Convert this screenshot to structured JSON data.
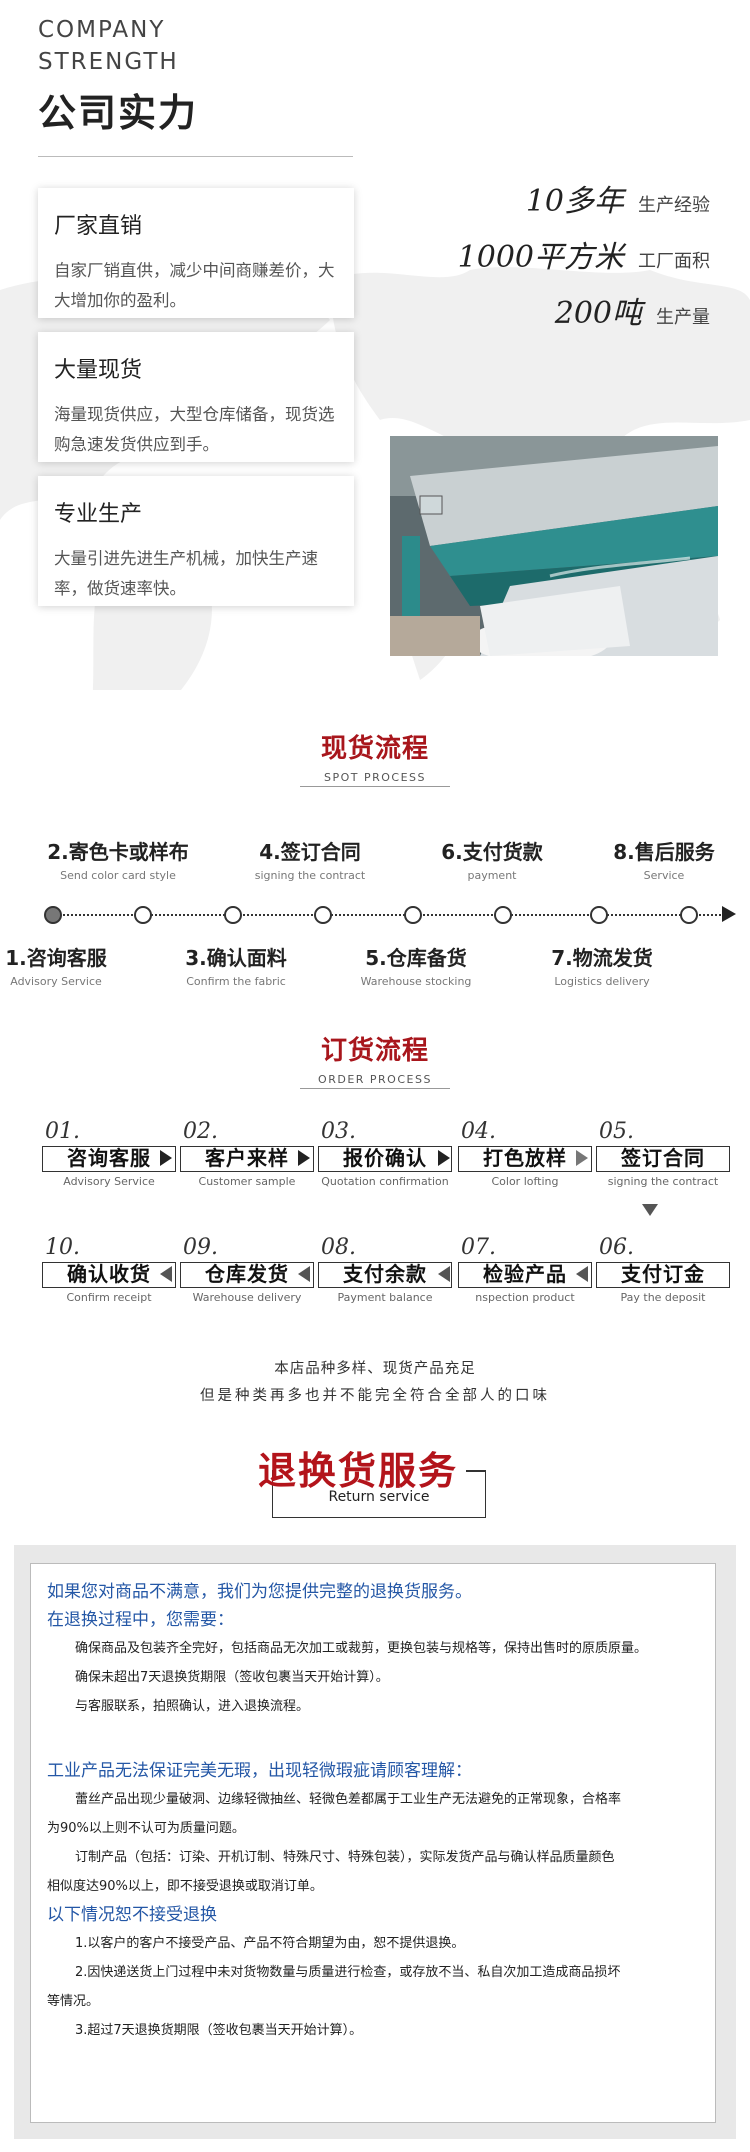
{
  "strength": {
    "en_line1": "COMPANY",
    "en_line2": "STRENGTH",
    "cn_title": "公司实力",
    "cards": [
      {
        "title": "厂家直销",
        "text": "自家厂销直供，减少中间商赚差价，大大增加你的盈利。"
      },
      {
        "title": "大量现货",
        "text": "海量现货供应，大型仓库储备，现货选购急速发货供应到手。"
      },
      {
        "title": "专业生产",
        "text": "大量引进先进生产机械，加快生产速率，做货速率快。"
      }
    ],
    "stats": [
      {
        "value": "10多年",
        "label": "生产经验"
      },
      {
        "value": "1000平方米",
        "label": "工厂面积"
      },
      {
        "value": "200吨",
        "label": "生产量"
      }
    ]
  },
  "spot": {
    "title_cn": "现货流程",
    "title_en": "SPOT PROCESS",
    "top_steps": [
      {
        "cn": "2.寄色卡或样布",
        "en": "Send color card style"
      },
      {
        "cn": "4.签订合同",
        "en": "signing the contract"
      },
      {
        "cn": "6.支付货款",
        "en": "payment"
      },
      {
        "cn": "8.售后服务",
        "en": "Service"
      }
    ],
    "bottom_steps": [
      {
        "cn": "1.咨询客服",
        "en": "Advisory Service"
      },
      {
        "cn": "3.确认面料",
        "en": "Confirm the fabric"
      },
      {
        "cn": "5.仓库备货",
        "en": "Warehouse stocking"
      },
      {
        "cn": "7.物流发货",
        "en": "Logistics delivery"
      }
    ]
  },
  "order": {
    "title_cn": "订货流程",
    "title_en": "ORDER PROCESS",
    "row1": [
      {
        "no": "01.",
        "cn": "咨询客服",
        "en": "Advisory Service"
      },
      {
        "no": "02.",
        "cn": "客户来样",
        "en": "Customer sample"
      },
      {
        "no": "03.",
        "cn": "报价确认",
        "en": "Quotation confirmation"
      },
      {
        "no": "04.",
        "cn": "打色放样",
        "en": "Color lofting"
      },
      {
        "no": "05.",
        "cn": "签订合同",
        "en": "signing the contract"
      }
    ],
    "row2": [
      {
        "no": "10.",
        "cn": "确认收货",
        "en": "Confirm receipt"
      },
      {
        "no": "09.",
        "cn": "仓库发货",
        "en": "Warehouse delivery"
      },
      {
        "no": "08.",
        "cn": "支付余款",
        "en": "Payment balance"
      },
      {
        "no": "07.",
        "cn": "检验产品",
        "en": "nspection product"
      },
      {
        "no": "06.",
        "cn": "支付订金",
        "en": "Pay the deposit"
      }
    ],
    "notice_line1": "本店品种多样、现货产品充足",
    "notice_line2": "但是种类再多也并不能完全符合全部人的口味"
  },
  "returns": {
    "title_cn": "退换货服务",
    "title_en": "Return service",
    "intro": "如果您对商品不满意，我们为您提供完整的退换货服务。",
    "need_head": "在退换过程中，您需要：",
    "need_items": [
      "确保商品及包装齐全完好，包括商品无次加工或裁剪，更换包装与规格等，保持出售时的原质原量。",
      "确保未超出7天退换货期限（签收包裹当天开始计算）。",
      "与客服联系，拍照确认，进入退换流程。"
    ],
    "defect_head": "工业产品无法保证完美无瑕，出现轻微瑕疵请顾客理解：",
    "defect_p1_a": "蕾丝产品出现少量破洞、边缘轻微抽丝、轻微色差都属于工业生产无法避免的正常现象，合格率",
    "defect_p1_b": "为90%以上则不认可为质量问题。",
    "defect_p2_a": "订制产品（包括：订染、开机订制、特殊尺寸、特殊包装），实际发货产品与确认样品质量颜色",
    "defect_p2_b": "相似度达90%以上，即不接受退换或取消订单。",
    "no_return_head": "以下情况恕不接受退换",
    "no_return_1": "1.以客户的客户不接受产品、产品不符合期望为由，恕不提供退换。",
    "no_return_2_a": "2.因快递送货上门过程中未对货物数量与质量进行检查，或存放不当、私自次加工造成商品损坏",
    "no_return_2_b": "等情况。",
    "no_return_3": "3.超过7天退换货期限（签收包裹当天开始计算）。"
  },
  "colors": {
    "accent_red": "#a8161c",
    "link_blue": "#2457a6"
  }
}
